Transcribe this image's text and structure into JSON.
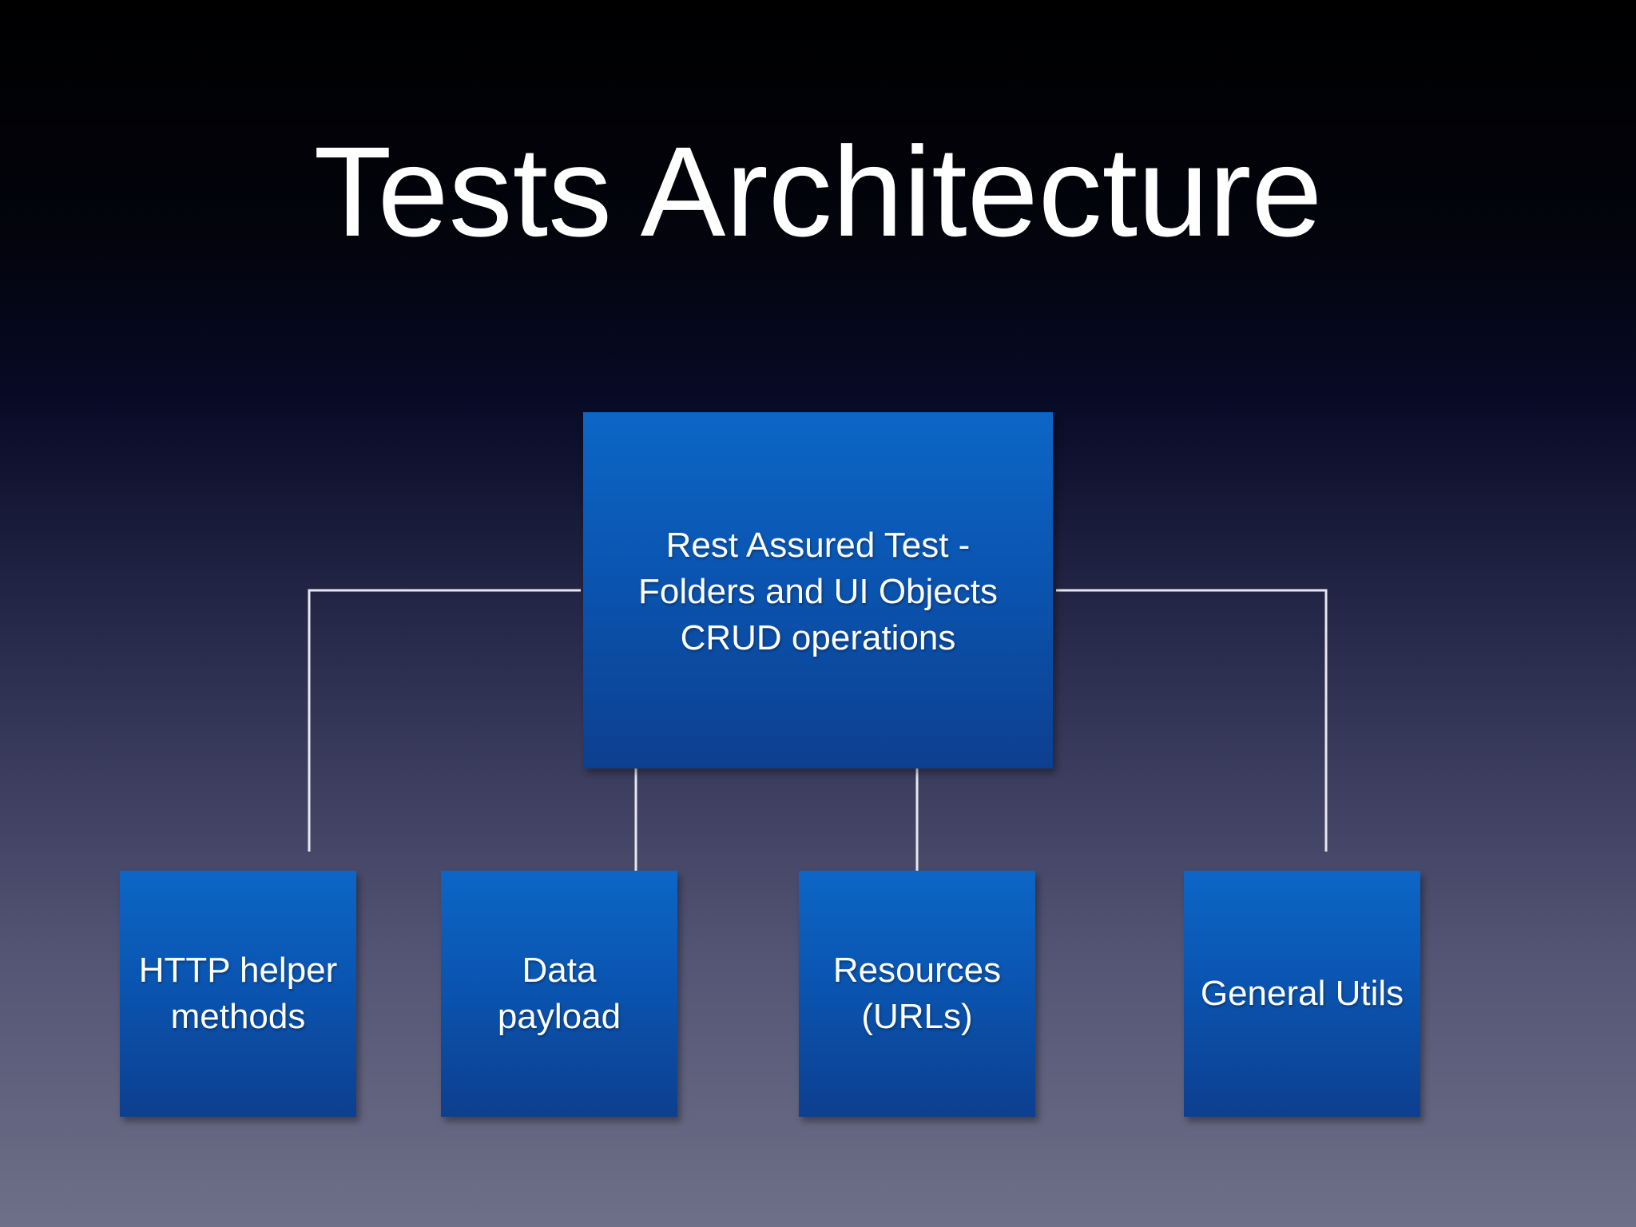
{
  "slide": {
    "title": "Tests Architecture"
  },
  "diagram": {
    "root": {
      "label": "Rest Assured Test -\nFolders and UI Objects\nCRUD operations"
    },
    "children": [
      {
        "label": "HTTP helper\nmethods"
      },
      {
        "label": "Data\npayload"
      },
      {
        "label": "Resources\n(URLs)"
      },
      {
        "label": "General Utils"
      }
    ]
  },
  "colors": {
    "box_top": "#0d66c6",
    "box_bottom": "#0d3f8f",
    "connector": "#e8e8ee",
    "text": "#ffffff"
  }
}
